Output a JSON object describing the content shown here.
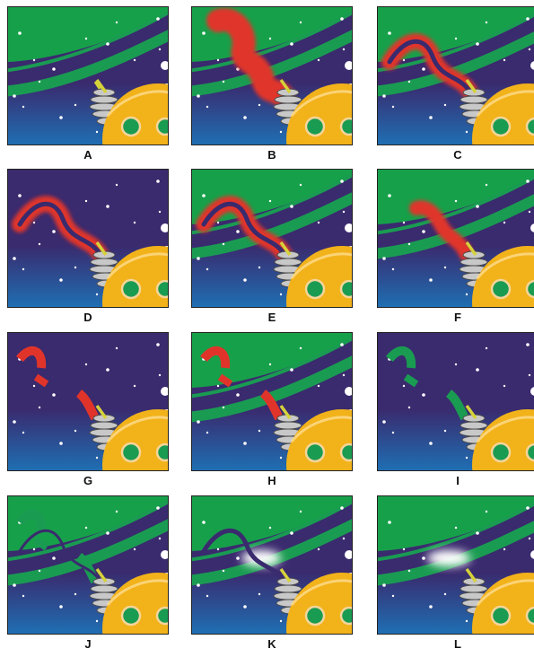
{
  "colors": {
    "space_top": "#3a2a6e",
    "space_bottom": "#1f6fb3",
    "planet": "#17a04a",
    "ring": "#1a9b52",
    "moon": "#f2b21a",
    "moon_shadow": "#c98a0c",
    "crater_fill": "#1a9b52",
    "crater_ring": "#f5d59a",
    "cord_dark": "#3a2a6e",
    "stroke_red": "#e0342b",
    "stroke_green": "#1a9b52",
    "stroke_white": "#ffffff",
    "frame": "#222222"
  },
  "panels": [
    {
      "label": "A",
      "variant": "original"
    },
    {
      "label": "B",
      "variant": "red-blob"
    },
    {
      "label": "C",
      "variant": "red-stroke-with-cord"
    },
    {
      "label": "D",
      "variant": "red-stroke-no-ring"
    },
    {
      "label": "E",
      "variant": "red-stroke-with-ring"
    },
    {
      "label": "F",
      "variant": "red-stroke-masked"
    },
    {
      "label": "G",
      "variant": "red-fragments"
    },
    {
      "label": "H",
      "variant": "red-fragments-with-ring"
    },
    {
      "label": "I",
      "variant": "green-fragments"
    },
    {
      "label": "J",
      "variant": "green-fragments-with-ring"
    },
    {
      "label": "K",
      "variant": "dark-cord-white-glow"
    },
    {
      "label": "L",
      "variant": "ring-white-glow"
    }
  ]
}
